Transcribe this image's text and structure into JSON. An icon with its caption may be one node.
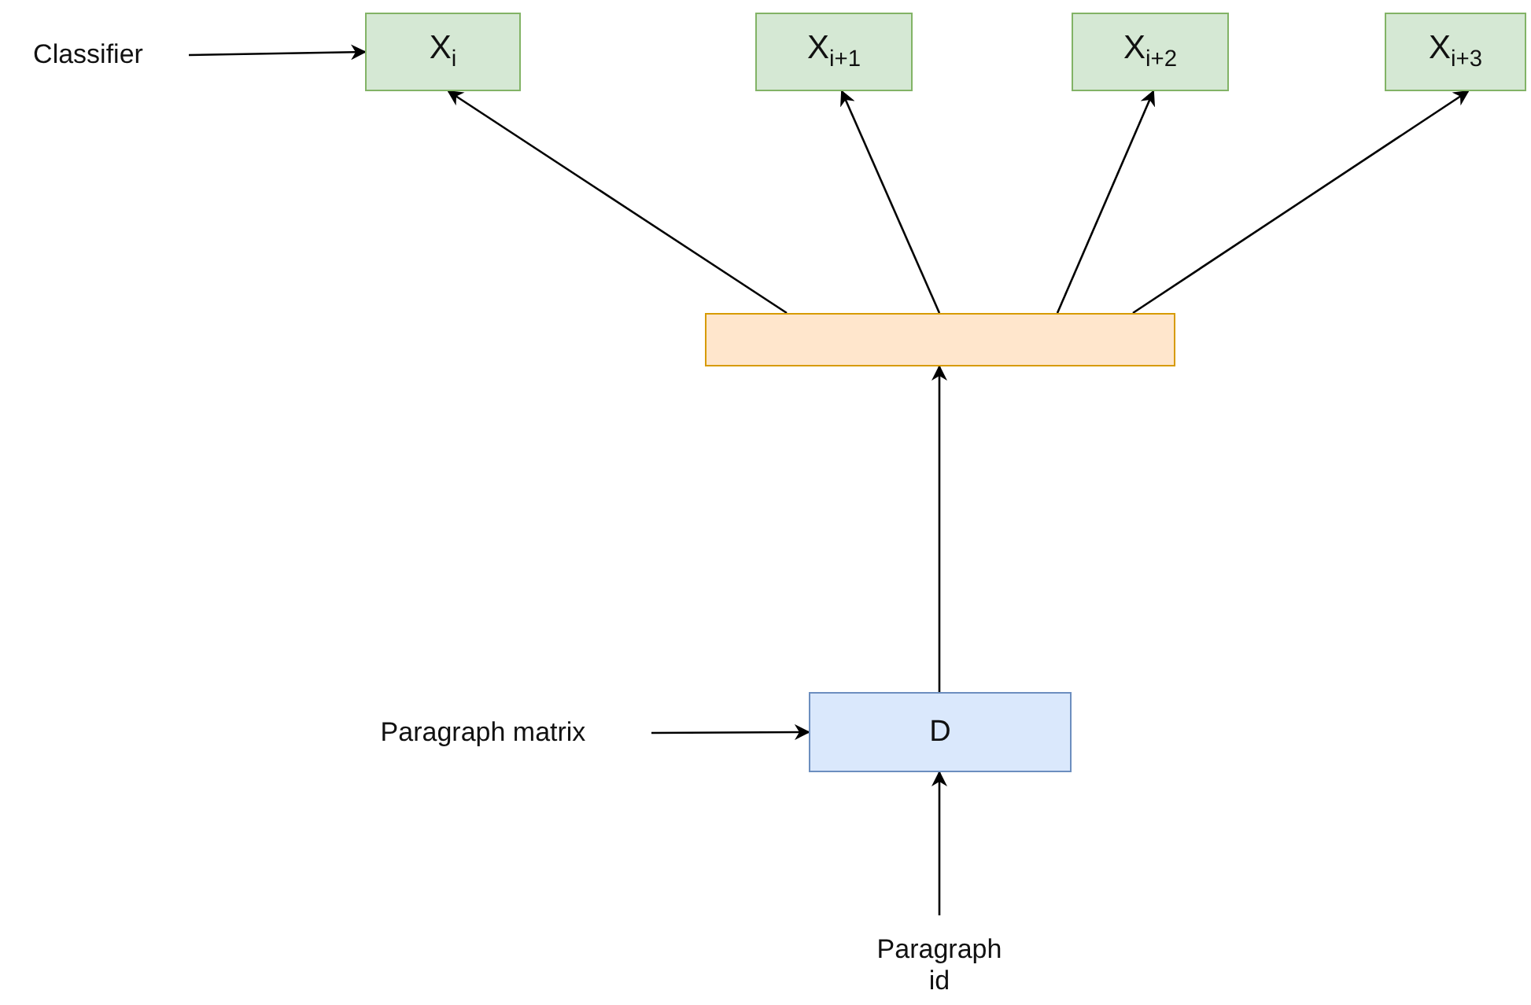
{
  "diagram": {
    "nodes": [
      {
        "text": [
          "Classifier"
        ]
      },
      {
        "text": [
          "X$_{i}$"
        ]
      },
      {
        "text": [
          "X$_{i+1}$"
        ]
      },
      {
        "text": [
          "X$_{i+2}$"
        ]
      },
      {
        "text": [
          "X$_{i+3}$"
        ]
      },
      {
        "text": [],
        "shape": "box"
      },
      {
        "text": [
          "Paragraph matrix"
        ]
      },
      {
        "text": [
          "D"
        ]
      },
      {
        "text": [
          "Paragraph id"
        ]
      }
    ],
    "edges": [
      {
        "from": 0,
        "to": 1,
        "arrow": "to"
      },
      {
        "from": 5,
        "to": 1,
        "arrow": "to"
      },
      {
        "from": 5,
        "to": 2,
        "arrow": "to"
      },
      {
        "from": 5,
        "to": 3,
        "arrow": "to"
      },
      {
        "from": 5,
        "to": 4,
        "arrow": "to"
      },
      {
        "from": 7,
        "to": 5,
        "arrow": "to"
      },
      {
        "from": 6,
        "to": 7,
        "arrow": "to"
      },
      {
        "from": 8,
        "to": 7,
        "arrow": "to"
      }
    ]
  }
}
